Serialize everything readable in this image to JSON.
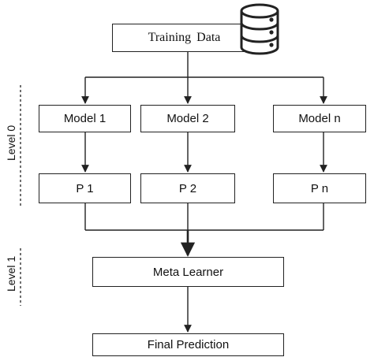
{
  "diagram": {
    "training_data": "Training Data",
    "models": [
      "Model 1",
      "Model 2",
      "Model n"
    ],
    "predictions": [
      "P 1",
      "P 2",
      "P n"
    ],
    "meta_learner": "Meta Learner",
    "final_prediction": "Final Prediction",
    "levels": [
      "Level 0",
      "Level 1"
    ],
    "database_icon": "database-icon",
    "line_color": "#222222"
  }
}
